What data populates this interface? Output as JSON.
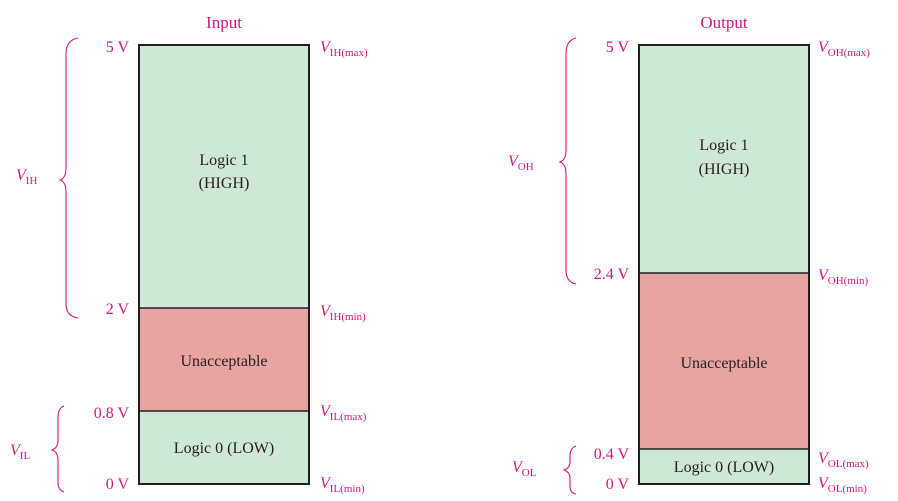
{
  "colors": {
    "logic1": "#cfe7d5",
    "unacceptable": "#e8a3a3",
    "logic0": "#cfe7d5",
    "accent": "#d6177f",
    "outline": "#231f20"
  },
  "input": {
    "title": "Input",
    "zones": {
      "logic1_line1": "Logic 1",
      "logic1_line2": "(HIGH)",
      "unacceptable": "Unacceptable",
      "logic0": "Logic 0 (LOW)"
    },
    "voltages": {
      "v5": "5 V",
      "v2": "2 V",
      "v08": "0.8 V",
      "v0": "0 V"
    },
    "right_labels": {
      "vih_max": {
        "main": "V",
        "sub": "IH(max)"
      },
      "vih_min": {
        "main": "V",
        "sub": "IH(min)"
      },
      "vil_max": {
        "main": "V",
        "sub": "IL(max)"
      },
      "vil_min": {
        "main": "V",
        "sub": "IL(min)"
      }
    },
    "brace_labels": {
      "vih": {
        "main": "V",
        "sub": "IH"
      },
      "vil": {
        "main": "V",
        "sub": "IL"
      }
    }
  },
  "output": {
    "title": "Output",
    "zones": {
      "logic1_line1": "Logic 1",
      "logic1_line2": "(HIGH)",
      "unacceptable": "Unacceptable",
      "logic0": "Logic 0 (LOW)"
    },
    "voltages": {
      "v5": "5 V",
      "v24": "2.4 V",
      "v04": "0.4 V",
      "v0": "0 V"
    },
    "right_labels": {
      "voh_max": {
        "main": "V",
        "sub": "OH(max)"
      },
      "voh_min": {
        "main": "V",
        "sub": "OH(min)"
      },
      "vol_max": {
        "main": "V",
        "sub": "OL(max)"
      },
      "vol_min": {
        "main": "V",
        "sub": "OL(min)"
      }
    },
    "brace_labels": {
      "voh": {
        "main": "V",
        "sub": "OH"
      },
      "vol": {
        "main": "V",
        "sub": "OL"
      }
    }
  }
}
